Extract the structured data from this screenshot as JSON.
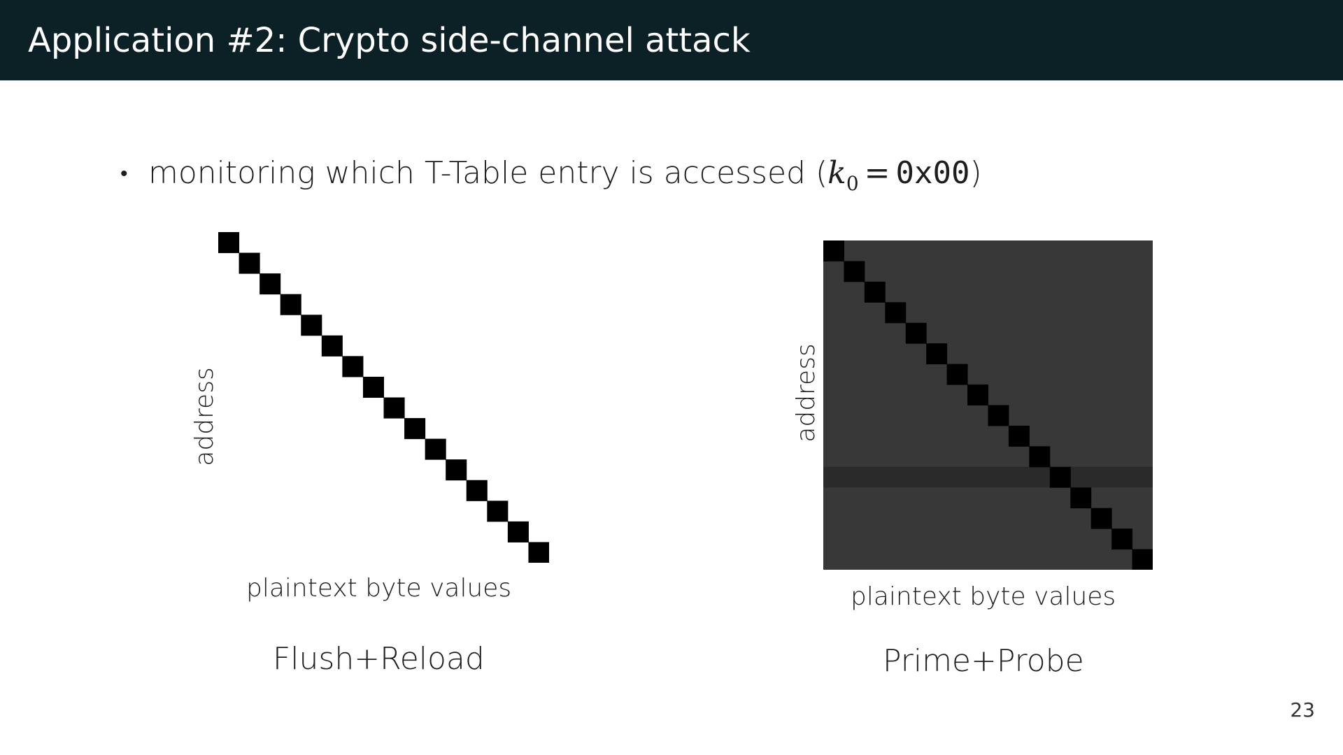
{
  "slide": {
    "title": "Application #2: Crypto side-channel attack",
    "page_number": "23"
  },
  "bullet": {
    "text": "monitoring which T-Table entry is accessed (",
    "math_var": "k",
    "math_sub": "0",
    "math_eq": "=",
    "math_value": "0x00",
    "close": ")"
  },
  "figures": [
    {
      "caption": "Flush+Reload",
      "xlabel": "plaintext byte values",
      "ylabel": "address",
      "fill_color": "#000000",
      "background_color": "#ffffff",
      "rows": 16,
      "cols": 16
    },
    {
      "caption": "Prime+Probe",
      "xlabel": "plaintext byte values",
      "ylabel": "address",
      "fill_color": "#000000",
      "background_color": "#383838",
      "highlight_row_color": "#2a2a2a",
      "rows": 16,
      "cols": 16
    }
  ],
  "colors": {
    "header_bg": "#0b2126",
    "header_text": "#ffffff"
  }
}
